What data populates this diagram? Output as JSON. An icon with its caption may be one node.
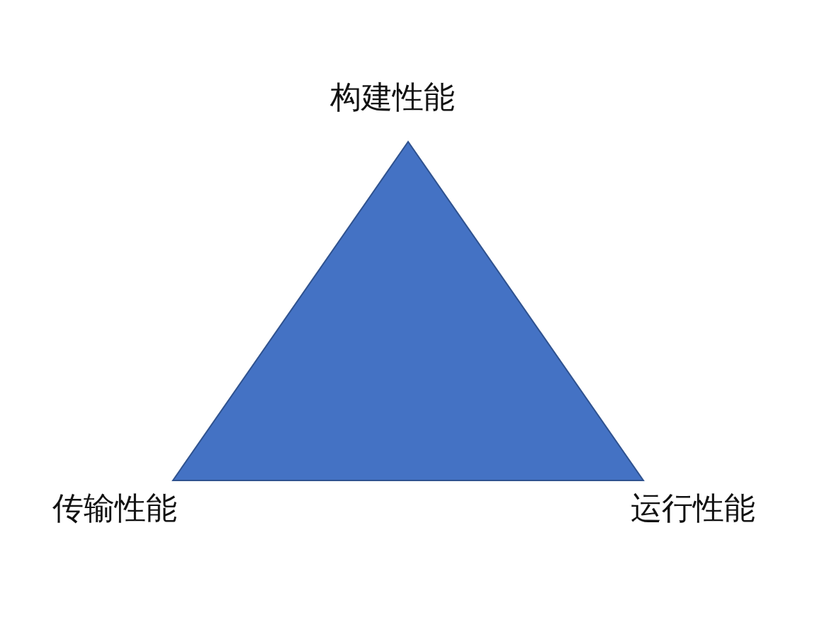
{
  "diagram": {
    "nodes": [
      {
        "text": [],
        "shape": "triangle",
        "beside": [
          "构建性能",
          "传输性能",
          "运行性能"
        ]
      }
    ]
  }
}
